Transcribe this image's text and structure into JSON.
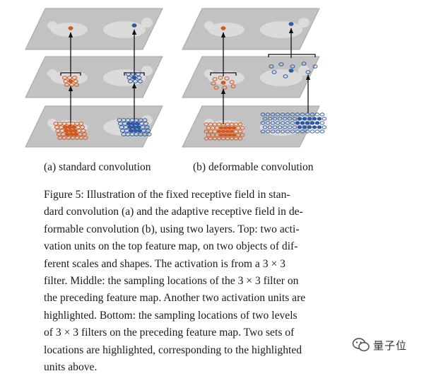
{
  "figure": {
    "subcaption_a": "(a) standard convolution",
    "subcaption_b": "(b) deformable convolution",
    "colors": {
      "plane": "#c2c2c2",
      "plane_edge": "#a6a6a6",
      "animal": "#dedede",
      "orange": "#d2581f",
      "blue": "#2f5aa3",
      "arrow": "#111111"
    }
  },
  "caption": {
    "lines": [
      "Figure 5: Illustration of the fixed receptive field in stan-",
      "dard convolution (a) and the adaptive receptive field in de-",
      "formable convolution (b), using two layers. Top: two acti-",
      "vation units on the top feature map, on two objects of dif-",
      "ferent scales and shapes. The activation is from a 3 × 3",
      "filter. Middle: the sampling locations of the 3 × 3 filter on",
      "the preceding feature map. Another two activation units are",
      "highlighted. Bottom: the sampling locations of two levels",
      "of 3 × 3 filters on the preceding feature map. Two sets of",
      "locations are highlighted, corresponding to the highlighted",
      "units above."
    ]
  },
  "watermark": {
    "icon": "wechat-icon",
    "text": "量子位"
  }
}
